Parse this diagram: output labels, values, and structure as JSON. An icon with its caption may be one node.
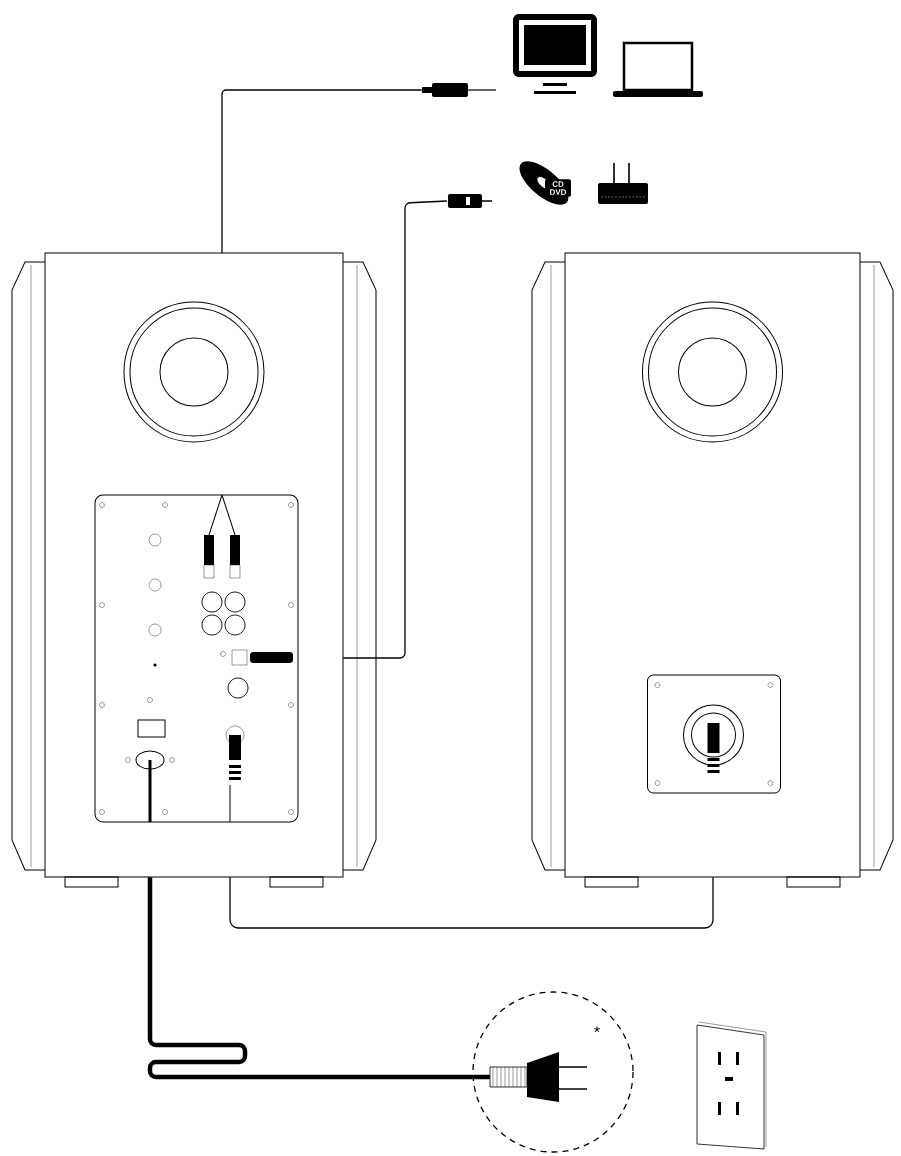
{
  "diagram": {
    "nodes": [
      {
        "text": [],
        "shape": "speaker"
      },
      {
        "text": [],
        "shape": "speaker"
      },
      {
        "text": [],
        "shape": "plug"
      },
      {
        "text": [],
        "shape": "monitor"
      },
      {
        "text": [],
        "shape": "laptop"
      },
      {
        "text": [],
        "shape": "plug"
      },
      {
        "text": [
          "CD DVD"
        ]
      },
      {
        "text": [],
        "shape": "router"
      },
      {
        "text": [],
        "shape": "plug"
      },
      {
        "text": [],
        "shape": "outlet"
      }
    ],
    "edges": [
      {
        "from": 0,
        "to": 2,
        "arrow": "none"
      },
      {
        "from": 0,
        "to": 5,
        "arrow": "none"
      },
      {
        "from": 0,
        "to": 1,
        "arrow": "none"
      },
      {
        "from": 0,
        "to": 8,
        "arrow": "none",
        "style": "thick"
      }
    ],
    "labels": [
      "*"
    ]
  }
}
